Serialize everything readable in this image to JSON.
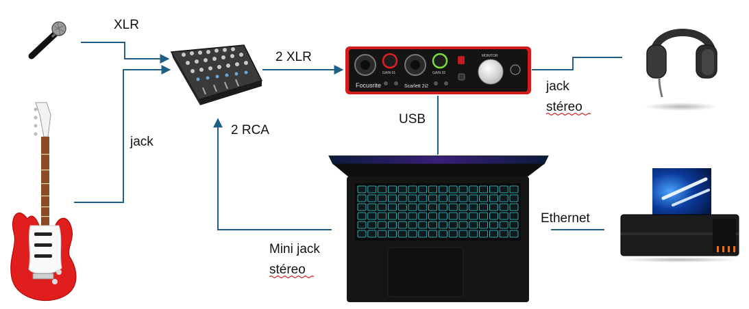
{
  "colors": {
    "connector": "#1f5f86",
    "arrowhead": "#1f5f86",
    "spellcheck_underline": "#d11111"
  },
  "labels": {
    "xlr": "XLR",
    "jack": "jack",
    "two_xlr": "2 XLR",
    "two_rca": "2 RCA",
    "usb": "USB",
    "jack_stereo_line1": "jack",
    "jack_stereo_line2": "stéreo",
    "ethernet": "Ethernet",
    "mini_jack_line1": "Mini jack",
    "mini_jack_line2": "stéreo"
  },
  "devices": {
    "interface_brand": "Focusrite",
    "interface_model": "Scarlett 2i2",
    "interface_gain1": "GAIN 01",
    "interface_gain2": "GAIN 02",
    "interface_monitor": "MONITOR"
  },
  "icons": [
    "microphone-icon",
    "guitar-icon",
    "mixer-icon",
    "audio-interface-icon",
    "headphones-icon",
    "laptop-icon",
    "router-icon"
  ]
}
